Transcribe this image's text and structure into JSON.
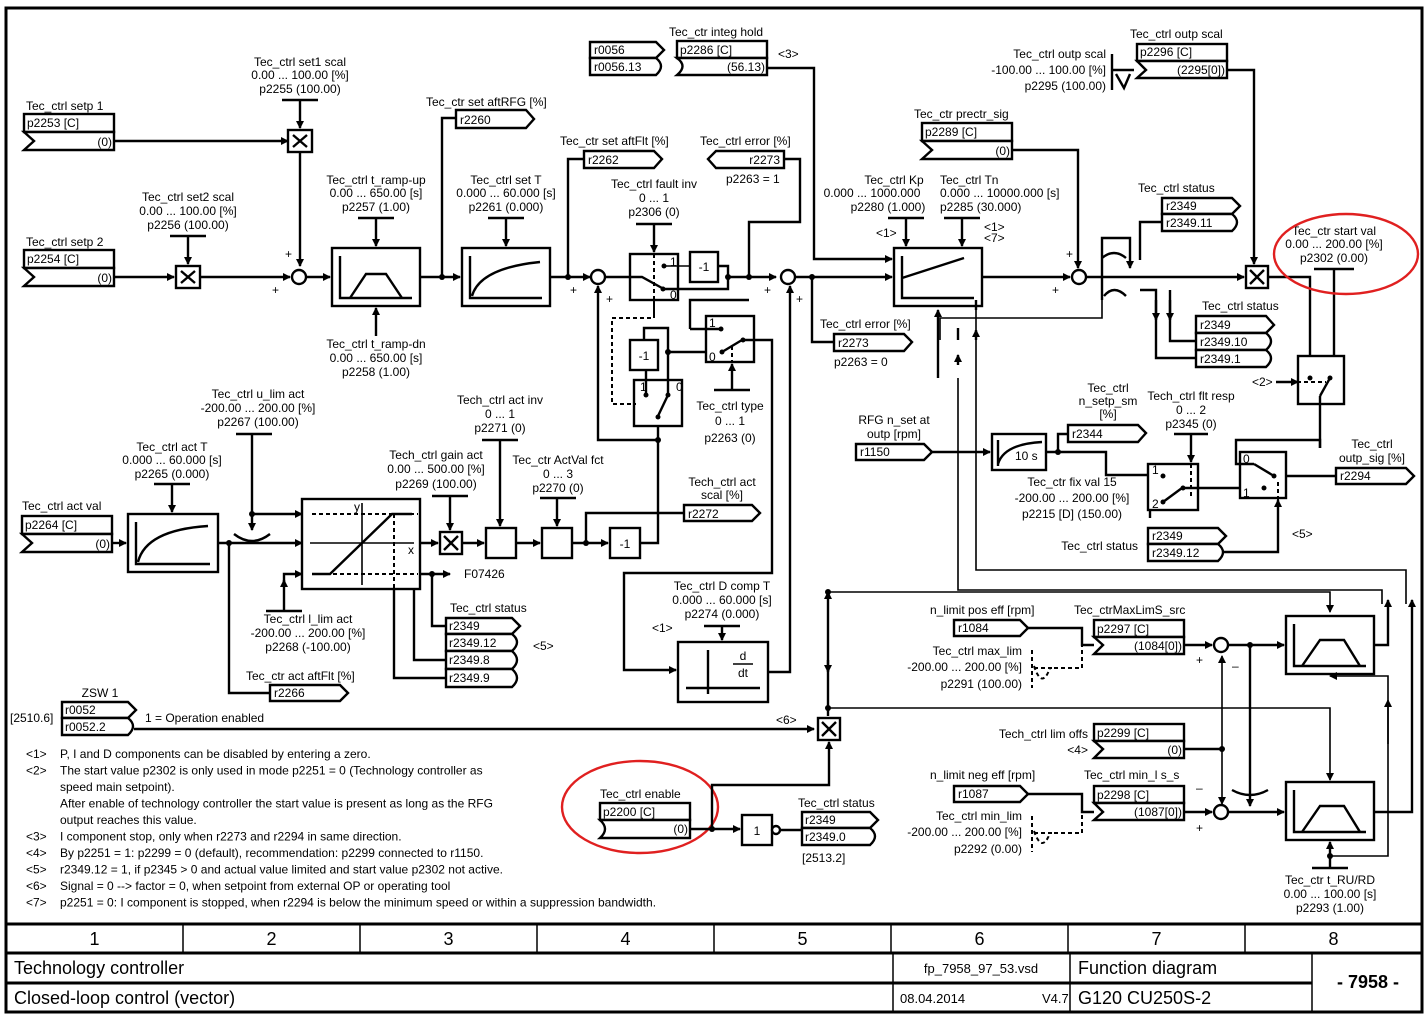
{
  "setpoints": {
    "setp1": {
      "label": "Tec_ctrl setp 1",
      "param": "p2253 [C]",
      "value": "(0)"
    },
    "setp2": {
      "label": "Tec_ctrl setp 2",
      "param": "p2254 [C]",
      "value": "(0)"
    },
    "set1_scal": {
      "label": "Tec_ctrl set1 scal",
      "range": "0.00 ... 100.00  [%]",
      "param": "p2255 (100.00)"
    },
    "set2_scal": {
      "label": "Tec_ctrl set2 scal",
      "range": "0.00 ... 100.00  [%]",
      "param": "p2256 (100.00)"
    },
    "ramp_up": {
      "label": "Tec_ctrl t_ramp-up",
      "range": "0.00 ... 650.00  [s]",
      "param": "p2257 (1.00)"
    },
    "ramp_dn": {
      "label": "Tec_ctrl t_ramp-dn",
      "range": "0.00 ... 650.00  [s]",
      "param": "p2258 (1.00)"
    },
    "set_aftRFG": {
      "label": "Tec_ctr set aftRFG [%]",
      "param": "r2260"
    },
    "set_T": {
      "label": "Tec_ctrl set T",
      "range": "0.000 ... 60.000  [s]",
      "param": "p2261 (0.000)"
    },
    "set_aftFlt": {
      "label": "Tec_ctr set aftFlt [%]",
      "param": "r2262"
    },
    "fault_inv": {
      "label": "Tec_ctrl fault inv",
      "range": "0 ... 1",
      "param": "p2306 (0)"
    },
    "error1": {
      "label": "Tec_ctrl error [%]",
      "param": "r2273",
      "note": "p2263 = 1"
    },
    "error0": {
      "label": "Tec_ctrl error [%]",
      "param": "r2273",
      "note": "p2263 = 0"
    },
    "ctrl_type": {
      "label": "Tec_ctrl type",
      "range": "0 ... 1",
      "param": "p2263 (0)"
    }
  },
  "integ_hold": {
    "label": "Tec_ctr integ hold",
    "src1": "r0056",
    "src2": "r0056.13",
    "param": "p2286 [C]",
    "value": "(56.13)",
    "note": "<3>"
  },
  "pid": {
    "kp": {
      "label": "Tec_ctrl Kp",
      "range": "0.000 ... 1000.000",
      "param": "p2280 (1.000)",
      "note": "<1>"
    },
    "tn": {
      "label": "Tec_ctrl Tn",
      "range": "0.000 ... 10000.000  [s]",
      "param": "p2285 (30.000)",
      "note1": "<1>",
      "note2": "<7>"
    },
    "prectr": {
      "label": "Tec_ctr prectr_sig",
      "param": "p2289 [C]",
      "value": "(0)"
    },
    "outp_scal_param": {
      "label": "Tec_ctrl outp scal",
      "range": "-100.00 ... 100.00  [%]",
      "param": "p2295 (100.00)"
    },
    "outp_scal_conn": {
      "label": "Tec_ctrl outp scal",
      "param": "p2296 [C]",
      "value": "(2295[0])"
    },
    "start_val": {
      "label": "Tec_ctr start val",
      "range": "0.00 ... 200.00  [%]",
      "param": "p2302 (0.00)"
    },
    "status_top": {
      "label": "Tec_ctrl status",
      "r1": "r2349",
      "r2": "r2349.11"
    },
    "status_mid": {
      "label": "Tec_ctrl status",
      "r1": "r2349",
      "r2": "r2349.10",
      "r3": "r2349.1"
    },
    "note2": "<2>"
  },
  "actual": {
    "act_val": {
      "label": "Tec_ctrl act val",
      "param": "p2264 [C]",
      "value": "(0)"
    },
    "act_T": {
      "label": "Tec_ctrl act T",
      "range": "0.000 ... 60.000  [s]",
      "param": "p2265 (0.000)"
    },
    "u_lim": {
      "label": "Tec_ctrl u_lim act",
      "range": "-200.00 ... 200.00  [%]",
      "param": "p2267 (100.00)"
    },
    "l_lim": {
      "label": "Tec_ctrl l_lim act",
      "range": "-200.00 ... 200.00  [%]",
      "param": "p2268 (-100.00)"
    },
    "act_aftFlt": {
      "label": "Tec_ctr act aftFlt [%]",
      "param": "r2266"
    },
    "gain": {
      "label": "Tech_ctrl gain act",
      "range": "0.00 ... 500.00  [%]",
      "param": "p2269 (100.00)"
    },
    "act_inv": {
      "label": "Tech_ctrl act inv",
      "range": "0 ... 1",
      "param": "p2271 (0)"
    },
    "actval_fct": {
      "label": "Tec_ctr ActVal fct",
      "range": "0 ... 3",
      "param": "p2270 (0)"
    },
    "act_scal": {
      "label1": "Tech_ctrl act",
      "label2": "scal [%]",
      "param": "r2272"
    },
    "fault": "F07426",
    "status": {
      "label": "Tec_ctrl status",
      "rows": [
        "r2349",
        "r2349.12",
        "r2349.8",
        "r2349.9"
      ],
      "note": "<5>"
    },
    "limiter_y": "y",
    "limiter_x": "x",
    "neg1": "-1"
  },
  "dcomp": {
    "label": "Tec_ctrl D comp T",
    "range": "0.000 ... 60.000  [s]",
    "param": "p2274 (0.000)",
    "note": "<1>",
    "d": "d",
    "dt": "dt"
  },
  "rfg": {
    "nset": {
      "label1": "RFG n_set at",
      "label2": "outp [rpm]",
      "param": "r1150"
    },
    "filter_label": "10 s",
    "setp_sm": {
      "label1": "Tec_ctrl",
      "label2": "n_setp_sm",
      "label3": "[%]",
      "param": "r2344"
    },
    "fix_val": {
      "label": "Tec_ctr fix val 15",
      "range": "-200.00 ... 200.00  [%]",
      "param": "p2215 [D] (150.00)"
    },
    "flt_resp": {
      "label": "Tech_ctrl flt resp",
      "range": "0 ... 2",
      "param": "p2345 (0)"
    },
    "status": {
      "label": "Tec_ctrl status",
      "r1": "r2349",
      "r2": "r2349.12"
    },
    "outp_sig": {
      "label1": "Tec_ctrl",
      "label2": "outp_sig [%]",
      "param": "r2294"
    },
    "note5": "<5>"
  },
  "limits": {
    "pos": {
      "label": "n_limit pos eff [rpm]",
      "param": "r1084"
    },
    "max_src": {
      "label": "Tec_ctrMaxLimS_src",
      "param": "p2297 [C]",
      "value": "(1084[0])"
    },
    "max_lim": {
      "label": "Tec_ctrl max_lim",
      "range": "-200.00 ... 200.00  [%]",
      "param": "p2291 (100.00)"
    },
    "offs": {
      "label": "Tech_ctrl lim offs",
      "note": "<4>",
      "param": "p2299 [C]",
      "value": "(0)"
    },
    "neg": {
      "label": "n_limit neg eff [rpm]",
      "param": "r1087"
    },
    "min_src": {
      "label": "Tec_ctrl min_l s_s",
      "param": "p2298 [C]",
      "value": "(1087[0])"
    },
    "min_lim": {
      "label": "Tec_ctrl min_lim",
      "range": "-200.00 ... 200.00  [%]",
      "param": "p2292 (0.00)"
    },
    "ru_rd": {
      "label": "Tec_ctr t_RU/RD",
      "range": "0.00 ... 100.00  [s]",
      "param": "p2293 (1.00)"
    }
  },
  "enable": {
    "zsw": {
      "label": "ZSW 1",
      "ref": "[2510.6]",
      "r1": "r0052",
      "r2": "r0052.2",
      "desc": "1 = Operation enabled"
    },
    "note6": "<6>",
    "ctrl_enable": {
      "label": "Tec_ctrl enable",
      "param": "p2200 [C]",
      "value": "(0)"
    },
    "not_gate": "1",
    "status": {
      "label": "Tec_ctrl status",
      "r1": "r2349",
      "r2": "r2349.0",
      "ref": "[2513.2]"
    }
  },
  "signs": {
    "plus": "+",
    "minus": "–"
  },
  "notes": [
    {
      "id": "<1>",
      "text": "P, I and D components can be disabled by entering a zero."
    },
    {
      "id": "<2>",
      "text": "The start value p2302 is only used in mode p2251 = 0 (Technology controller as"
    },
    {
      "id": "",
      "text": "speed main setpoint)."
    },
    {
      "id": "",
      "text": "After enable of technology controller the start value is present as long as the RFG"
    },
    {
      "id": "",
      "text": "output reaches this value."
    },
    {
      "id": "<3>",
      "text": "I component stop, only when r2273 and r2294 in same direction."
    },
    {
      "id": "<4>",
      "text": "By p2251 = 1: p2299 = 0 (default), recommendation: p2299 connected to r1150."
    },
    {
      "id": "<5>",
      "text": "r2349.12 = 1, if p2345 > 0 and actual value limited and start value p2302 not active."
    },
    {
      "id": "<6>",
      "text": "Signal = 0 --> factor = 0, when setpoint from external OP or operating tool"
    },
    {
      "id": "<7>",
      "text": "p2251 = 0: I component is stopped, when r2294 is below the minimum speed or within a suppression bandwidth."
    }
  ],
  "footer": {
    "columns": [
      "1",
      "2",
      "3",
      "4",
      "5",
      "6",
      "7",
      "8"
    ],
    "title": "Technology controller",
    "subtitle": "Closed-loop control (vector)",
    "file": "fp_7958_97_53.vsd",
    "date": "08.04.2014",
    "version": "V4.7",
    "doc_type": "Function diagram",
    "device": "G120 CU250S-2",
    "number": "- 7958 -"
  }
}
